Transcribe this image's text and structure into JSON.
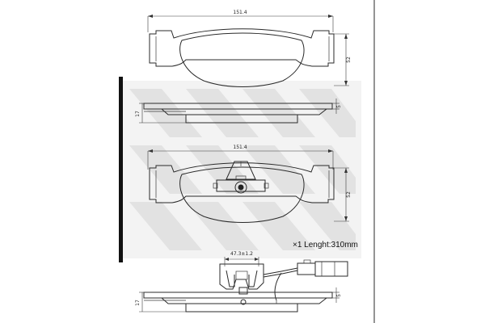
{
  "colors": {
    "line": "#2a2a2a",
    "watermark": "#e8e8e8",
    "background": "#ffffff"
  },
  "views": {
    "pad_top_plan": {
      "width_label": "151.4",
      "height_label": "52"
    },
    "pad_top_side": {
      "thickness_label": "17",
      "plate_label": "5"
    },
    "pad_bottom_plan": {
      "width_label": "151.4",
      "height_label": "52"
    },
    "sensor": {
      "clip_label": "47.3±1.2",
      "note": "×1 Lenght:310mm"
    },
    "pad_bottom_side": {
      "thickness_label": "17",
      "plate_label": "5"
    }
  },
  "watermark": {
    "type": "diamond-lattice-logo"
  }
}
